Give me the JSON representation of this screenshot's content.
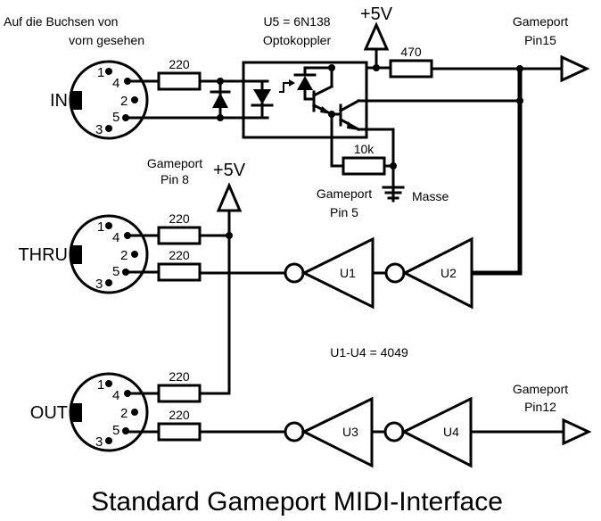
{
  "title": "Standard Gameport MIDI-Interface",
  "note_view": [
    "Auf die Buchsen von",
    "vorn gesehen"
  ],
  "optocoupler": {
    "ref": "U5 = 6N138",
    "name": "Optokoppler"
  },
  "gates_note": "U1-U4 = 4049",
  "connectors": [
    {
      "name": "IN",
      "pins": [
        "1",
        "2",
        "3",
        "4",
        "5"
      ]
    },
    {
      "name": "THRU",
      "pins": [
        "1",
        "2",
        "3",
        "4",
        "5"
      ]
    },
    {
      "name": "OUT",
      "pins": [
        "1",
        "2",
        "3",
        "4",
        "5"
      ]
    }
  ],
  "resistors": {
    "in_r": "220",
    "thru_r4": "220",
    "thru_r5": "220",
    "out_r4": "220",
    "out_r5": "220",
    "pullup": "470",
    "base": "10k"
  },
  "supply": {
    "vcc_top": "+5V",
    "vcc_mid": "+5V"
  },
  "ports": {
    "pin15": [
      "Gameport",
      "Pin15"
    ],
    "pin8": [
      "Gameport",
      "Pin 8"
    ],
    "pin5": [
      "Gameport",
      "Pin 5"
    ],
    "pin12": [
      "Gameport",
      "Pin12"
    ],
    "ground": "Masse"
  },
  "gates": [
    "U1",
    "U2",
    "U3",
    "U4"
  ]
}
